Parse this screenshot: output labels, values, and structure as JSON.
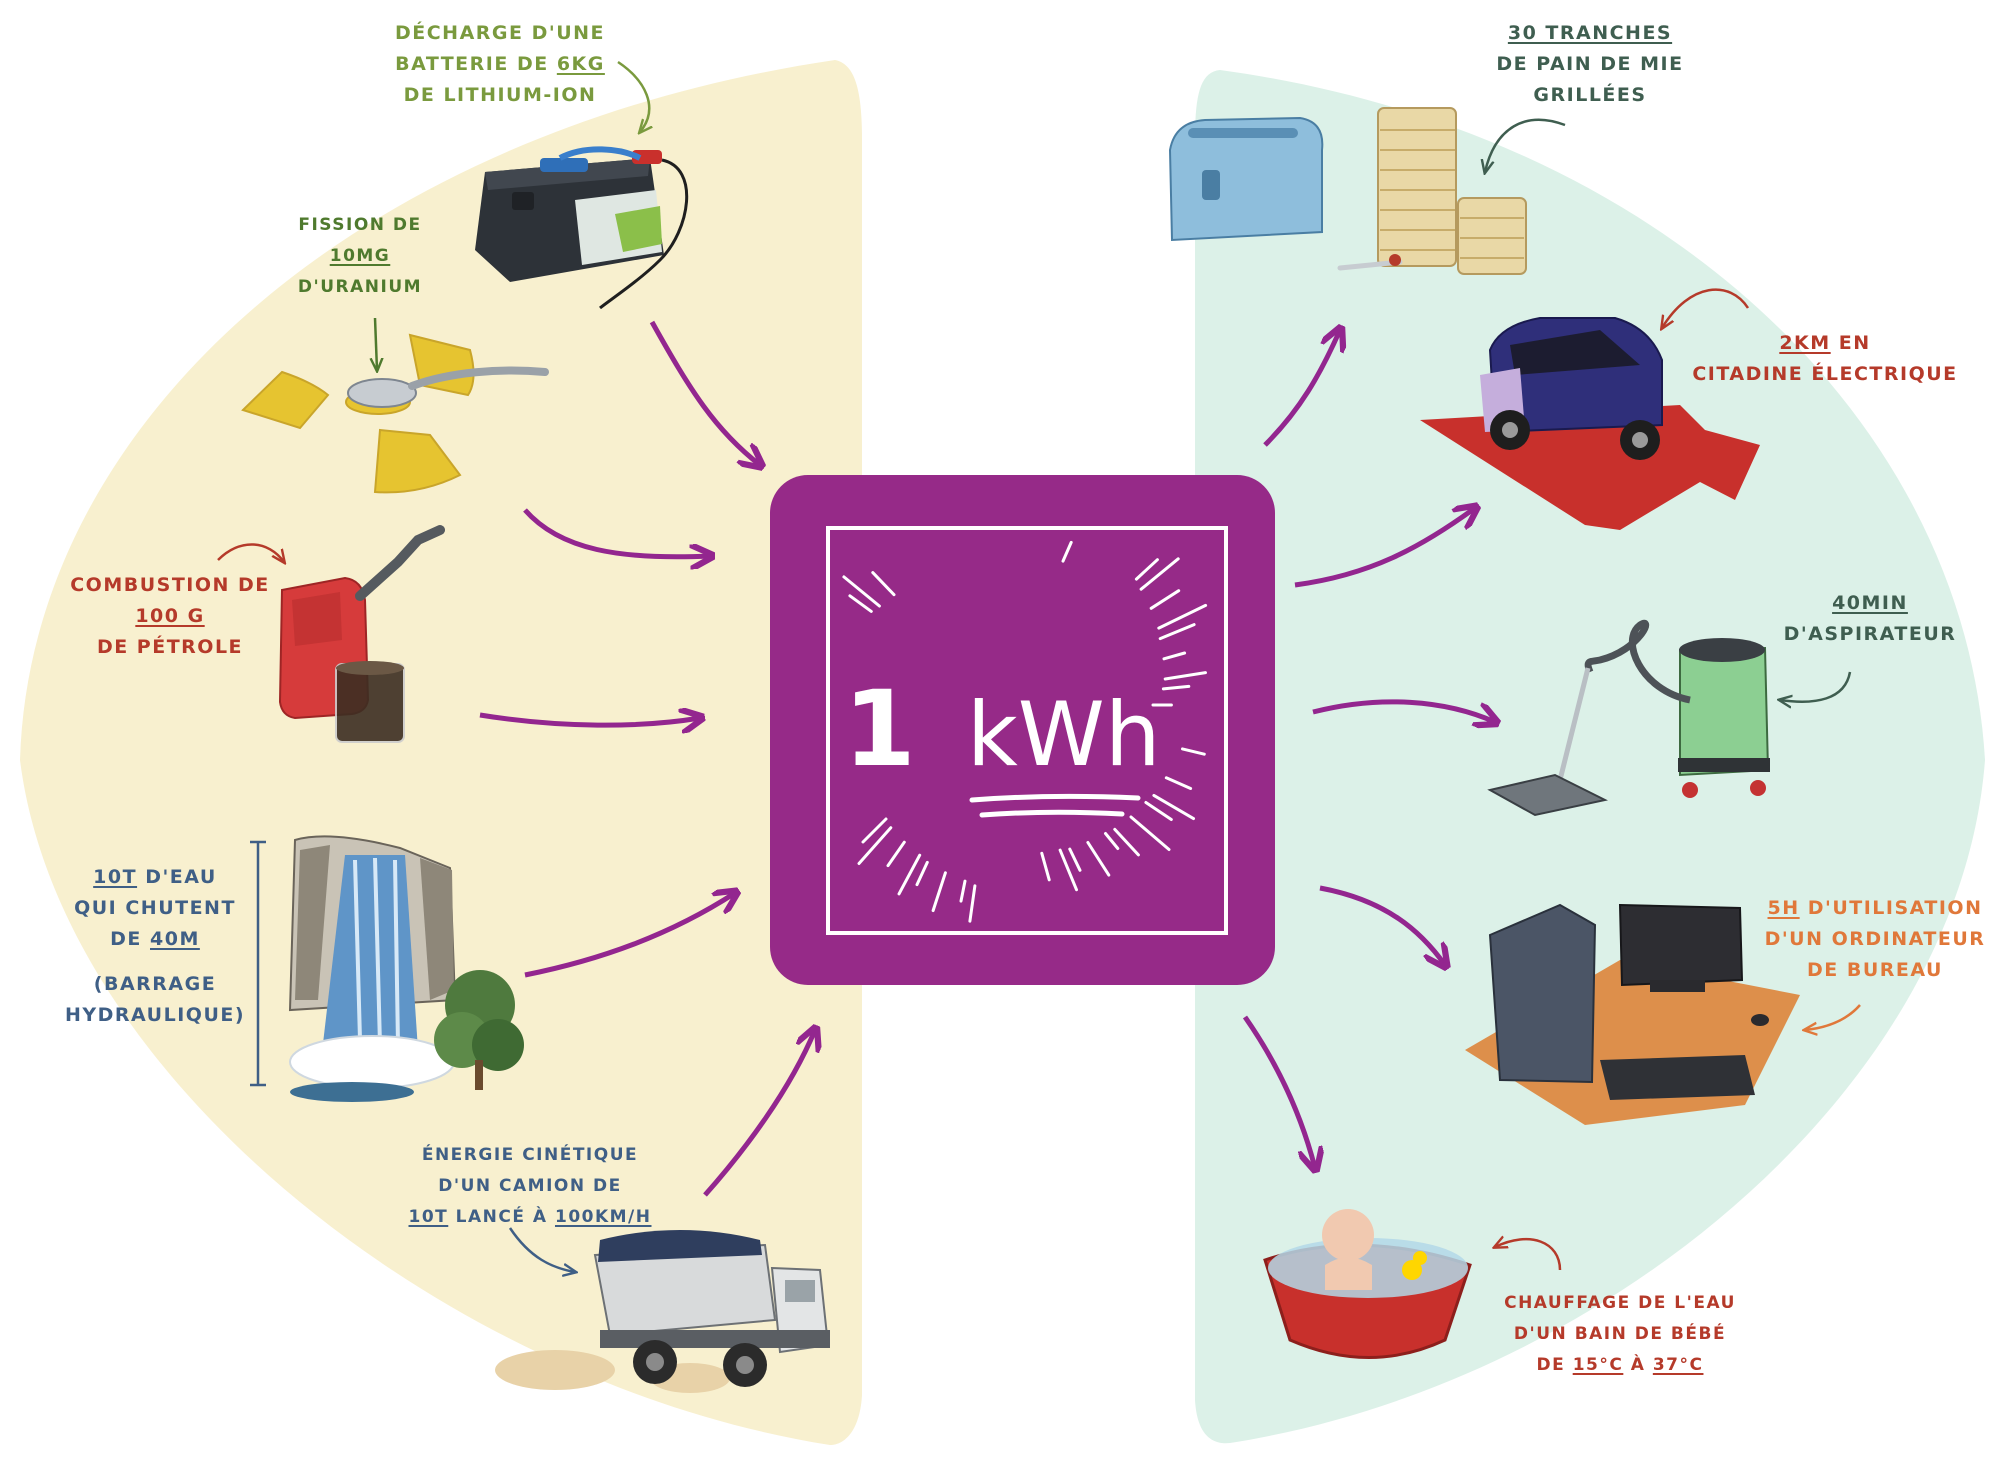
{
  "center": {
    "value": "1",
    "unit": "kWh"
  },
  "sources": {
    "battery": {
      "l1": "Décharge d'une",
      "l2a": "batterie de ",
      "l2b": "6kg",
      "l3": "de lithium-ion"
    },
    "uranium": {
      "l1": "Fission de",
      "l2": "10mg",
      "l3": "d'uranium"
    },
    "petrol": {
      "l1": "Combustion de",
      "l2": "100 g",
      "l3": "de pétrole"
    },
    "water": {
      "l1a": "10t",
      "l1b": " d'eau",
      "l2": "qui chutent",
      "l3a": "de ",
      "l3b": "40m",
      "l4": "(barrage",
      "l5": "hydraulique)"
    },
    "truck": {
      "l1": "Énergie cinétique",
      "l2": "d'un camion de",
      "l3a": "10t",
      "l3b": " lancé à ",
      "l3c": "100km/h"
    }
  },
  "uses": {
    "toast": {
      "l1": "30 tranches",
      "l2": "de pain de mie",
      "l3": "grillées"
    },
    "car": {
      "l1a": "2Km",
      "l1b": " en",
      "l2": "citadine électrique"
    },
    "vacuum": {
      "l1": "40min",
      "l2": "d'aspirateur"
    },
    "computer": {
      "l1a": "5H",
      "l1b": " d'utilisation",
      "l2": "d'un ordinateur",
      "l3": "de bureau"
    },
    "bath": {
      "l1": "Chauffage de l'eau",
      "l2": "d'un bain de bébé",
      "l3a": "de ",
      "l3b": "15°C",
      "l3c": " à ",
      "l3d": "37°C"
    }
  },
  "colors": {
    "left_bg": "#f8f0cf",
    "right_bg": "#dcf1e8",
    "center_box": "#962a88",
    "arrow": "#93268f",
    "green_label": "#7a9a3e",
    "red_label": "#b53a2a",
    "blue_label": "#3f5f86",
    "orange_label": "#e0783a",
    "dark_green_label": "#3f5e50"
  },
  "icons": [
    "battery-icon",
    "uranium-spoon-icon",
    "jerrycan-icon",
    "waterfall-icon",
    "truck-icon",
    "toaster-icon",
    "electric-car-icon",
    "vacuum-icon",
    "computer-icon",
    "baby-bath-icon"
  ]
}
